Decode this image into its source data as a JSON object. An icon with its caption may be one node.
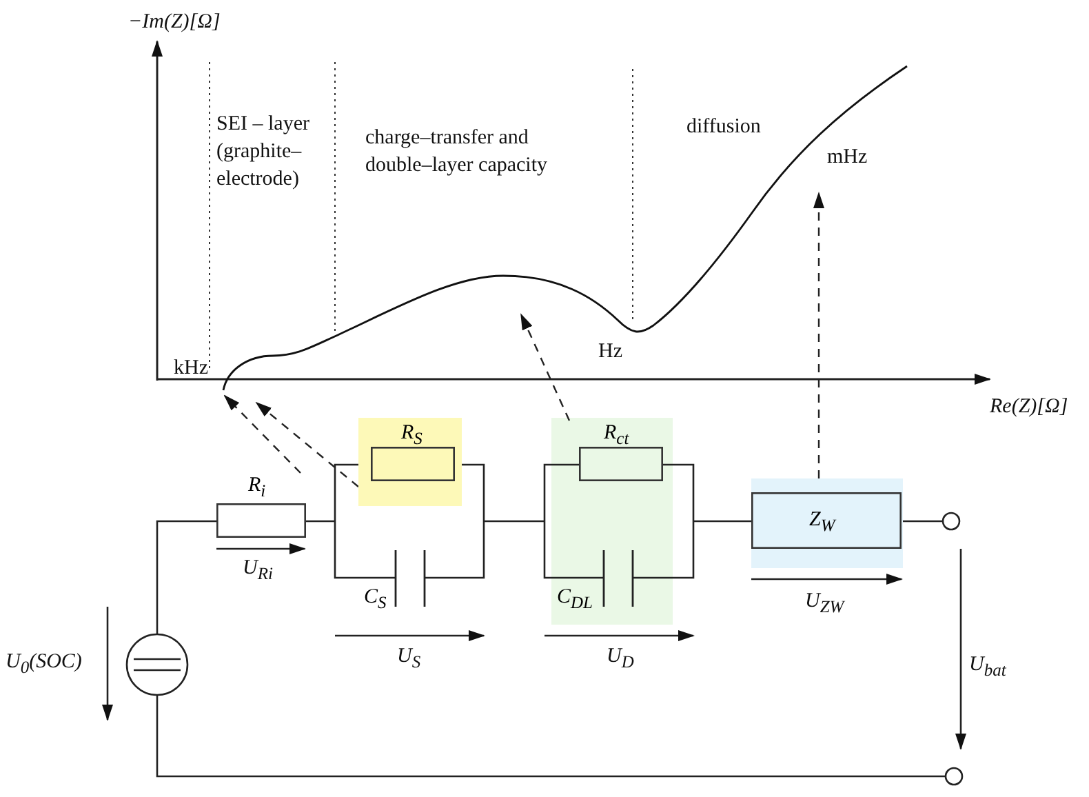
{
  "diagram": {
    "nodes": [
      {
        "text": [
          "R$_{i}$"
        ]
      },
      {
        "text": [
          "R$_{S}$"
        ]
      },
      {
        "text": [
          "C$_{S}$"
        ]
      },
      {
        "text": [
          "R$_{ct}$"
        ]
      },
      {
        "text": [
          "C$_{DL}$"
        ]
      },
      {
        "text": [
          "Z$_{W}$"
        ]
      }
    ],
    "edges": [
      {
        "from": 0,
        "to": null,
        "arrow": "to",
        "style": "dashed"
      },
      {
        "from": 1,
        "to": null,
        "arrow": "to",
        "style": "dashed"
      },
      {
        "from": 3,
        "to": null,
        "arrow": "to",
        "style": "dashed"
      },
      {
        "from": 5,
        "to": null,
        "arrow": "to",
        "style": "dashed"
      }
    ],
    "labels": [
      "−Im(Z)[Ω]",
      "SEI – layer (graphite–electrode)",
      "charge–transfer and double–layer capacity",
      "diffusion",
      "mHz",
      "kHz",
      "Hz",
      "Re(Z)[Ω]",
      "U$_{Ri}$",
      "U$_{S}$",
      "U$_{D}$",
      "U$_{ZW}$",
      "U$_{bat}$",
      "U$_{0}$(SOC)"
    ]
  }
}
